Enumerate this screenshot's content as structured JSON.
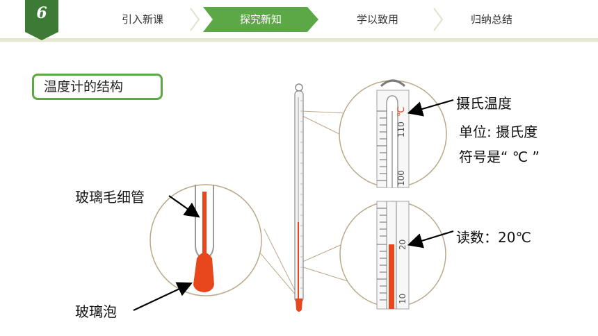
{
  "nav": {
    "page_number": "6",
    "tabs": [
      {
        "label": "引入新课",
        "active": false
      },
      {
        "label": "探究新知",
        "active": true
      },
      {
        "label": "学以致用",
        "active": false
      },
      {
        "label": "归纳总结",
        "active": false
      }
    ]
  },
  "section_title": "温度计的结构",
  "callouts": {
    "capillary": "玻璃毛细管",
    "bulb": "玻璃泡",
    "celsius": "摄氏温度",
    "unit": "单位: 摄氏度",
    "symbol": "符号是“ ℃ ”",
    "reading": "读数：20℃"
  },
  "zoom_top": {
    "ticks": [
      "110",
      "100"
    ],
    "unit_mark": "℃"
  },
  "zoom_bottom": {
    "ticks": [
      "20",
      "10"
    ]
  },
  "colors": {
    "accent_green": "#5ca746",
    "liquid": "#e8461c",
    "nav_dark": "#3c7a35"
  }
}
